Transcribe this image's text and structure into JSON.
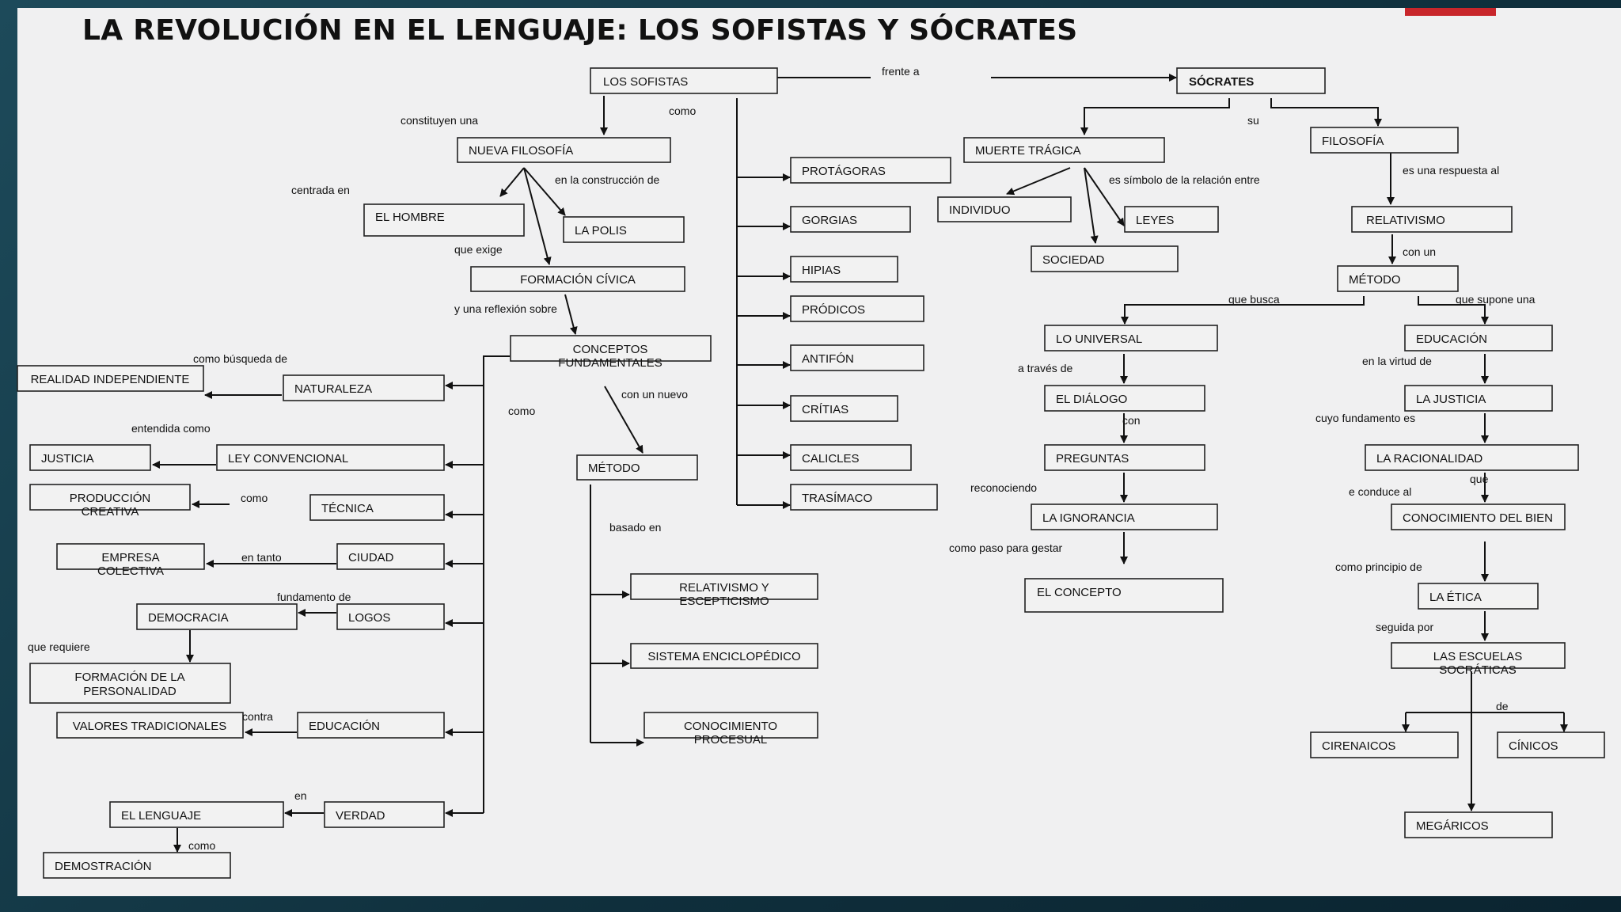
{
  "title": "LA REVOLUCIÓN EN EL LENGUAJE: LOS SOFISTAS Y SÓCRATES",
  "nodes": {
    "sofistas": "LOS SOFISTAS",
    "socrates": "SÓCRATES",
    "nueva_filosofia": "NUEVA FILOSOFÍA",
    "el_hombre": "EL HOMBRE",
    "la_polis": "LA POLIS",
    "formacion_civica": "FORMACIÓN CÍVICA",
    "conceptos_fundamentales": [
      "CONCEPTOS",
      "FUNDAMENTALES"
    ],
    "metodo_sofistas": "MÉTODO",
    "relativismo_escepticismo": [
      "RELATIVISMO Y",
      "ESCEPTICISMO"
    ],
    "sistema_enciclopedico": "SISTEMA ENCICLOPÉDICO",
    "conocimiento_procesual": [
      "CONOCIMIENTO",
      "PROCESUAL"
    ],
    "naturaleza": "NATURALEZA",
    "realidad_independiente": "REALIDAD INDEPENDIENTE",
    "ley_convencional": "LEY CONVENCIONAL",
    "justicia": "JUSTICIA",
    "tecnica": "TÉCNICA",
    "produccion_creativa": [
      "PRODUCCIÓN",
      "CREATIVA"
    ],
    "ciudad": "CIUDAD",
    "empresa_colectiva": [
      "EMPRESA",
      "COLECTIVA"
    ],
    "logos": "LOGOS",
    "democracia": "DEMOCRACIA",
    "formacion_personalidad": [
      "FORMACIÓN DE LA",
      "PERSONALIDAD"
    ],
    "educacion_sofistas": "EDUCACIÓN",
    "valores_tradicionales": "VALORES TRADICIONALES",
    "verdad": "VERDAD",
    "el_lenguaje": "EL LENGUAJE",
    "demostracion": "DEMOSTRACIÓN",
    "protagoras": "PROTÁGORAS",
    "gorgias": "GORGIAS",
    "hipias": "HIPIAS",
    "prodicos": "PRÓDICOS",
    "antifon": "ANTIFÓN",
    "critias": "CRÍTIAS",
    "calicles": "CALICLES",
    "trasimaco": "TRASÍMACO",
    "muerte_tragica": "MUERTE TRÁGICA",
    "individuo": "INDIVIDUO",
    "leyes": "LEYES",
    "sociedad": "SOCIEDAD",
    "filosofia": "FILOSOFÍA",
    "relativismo": "RELATIVISMO",
    "metodo_socrates": "MÉTODO",
    "lo_universal": "LO UNIVERSAL",
    "el_dialogo": "EL DIÁLOGO",
    "preguntas": "PREGUNTAS",
    "la_ignorancia": "LA IGNORANCIA",
    "el_concepto": "EL CONCEPTO",
    "educacion_socrates": "EDUCACIÓN",
    "la_justicia": "LA JUSTICIA",
    "la_racionalidad": "LA RACIONALIDAD",
    "conocimiento_del_bien": "CONOCIMIENTO DEL BIEN",
    "la_etica": "LA ÉTICA",
    "escuelas_socraticas": [
      "LAS ESCUELAS",
      "SOCRÁTICAS"
    ],
    "cirenaicos": "CIRENAICOS",
    "cinicos": "CÍNICOS",
    "megaricos": "MEGÁRICOS"
  },
  "connectors": {
    "frente_a": "frente a",
    "constituyen_una": "constituyen una",
    "como_1": "como",
    "su": "su",
    "centrada_en": "centrada en",
    "en_la_construccion_de": "en la construcción de",
    "es_simbolo": "es símbolo de la relación entre",
    "es_una_respuesta_al": "es una respuesta al",
    "que_exige": "que exige",
    "con_un": "con un",
    "y_una_reflexion_sobre": "y  una reflexión sobre",
    "que_busca": "que busca",
    "que_supone_una": "que supone una",
    "como_busqueda_de": "como búsqueda de",
    "a_traves_de": "a través de",
    "en_la_virtud_de": "en la virtud de",
    "con_un_nuevo": "con un nuevo",
    "como_2": "como",
    "con_2": "con",
    "cuyo_fundamento_es": "cuyo fundamento es",
    "entendida_como": "entendida como",
    "como_3": "como",
    "reconociendo": "reconociendo",
    "que": "que",
    "e_conduce_al": "e conduce al",
    "basado_en": "basado en",
    "como_paso_para_gestar": "como paso para gestar",
    "en_tanto": "en tanto",
    "como_principio_de": "como principio de",
    "fundamento_de": "fundamento de",
    "seguida_por": "seguida por",
    "que_requiere": "que requiere",
    "contra": "contra",
    "de": "de",
    "en": "en",
    "como_4": "como"
  }
}
